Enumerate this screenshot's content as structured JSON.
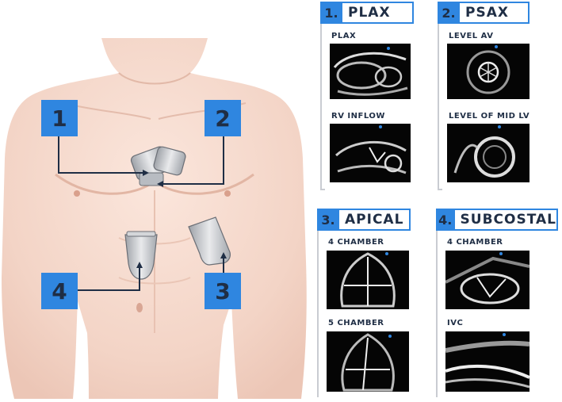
{
  "torso": {
    "positions": [
      "1",
      "2",
      "3",
      "4"
    ]
  },
  "panels": [
    {
      "number": "1.",
      "title": "PLAX",
      "views": [
        "PLAX",
        "RV INFLOW"
      ]
    },
    {
      "number": "2.",
      "title": "PSAX",
      "views": [
        "LEVEL AV",
        "LEVEL OF MID LV"
      ]
    },
    {
      "number": "3.",
      "title": "APICAL",
      "views": [
        "4 CHAMBER",
        "5 CHAMBER"
      ]
    },
    {
      "number": "4.",
      "title": "SUBCOSTAL",
      "views": [
        "4 CHAMBER",
        "IVC"
      ]
    }
  ],
  "colors": {
    "accent": "#2f86e0",
    "label_text": "#1f2e45",
    "skin": "#f4d8cc",
    "rail": "#c9ccd2"
  }
}
